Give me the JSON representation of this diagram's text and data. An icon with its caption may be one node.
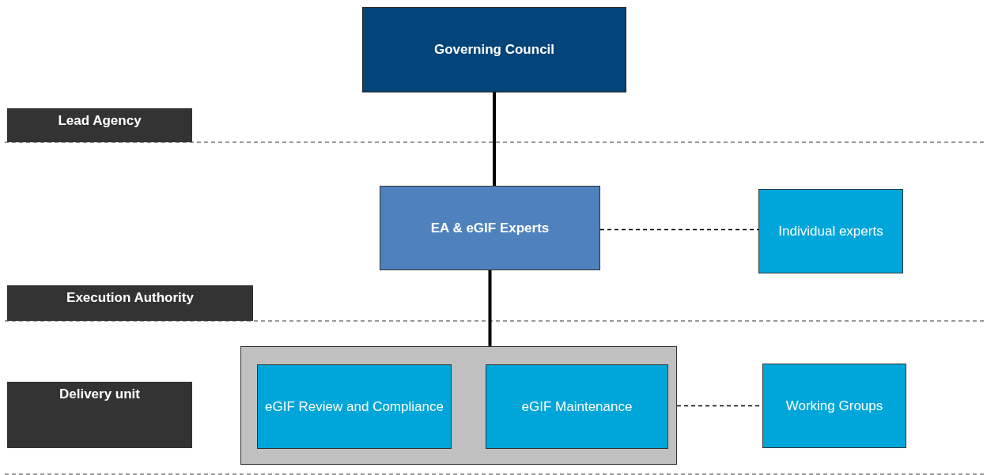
{
  "diagram": {
    "nodes": [
      {
        "text": [
          "Governing Council"
        ]
      },
      {
        "text": [
          "Lead Agency"
        ]
      },
      {
        "text": [
          "EA & eGIF Experts"
        ]
      },
      {
        "text": [
          "Individual experts"
        ]
      },
      {
        "text": [
          "Execution Authority"
        ]
      },
      {
        "text": [],
        "shape": "box"
      },
      {
        "text": [
          "eGIF Review and Compliance"
        ],
        "in": 5
      },
      {
        "text": [
          "eGIF Maintenance"
        ],
        "in": 5
      },
      {
        "text": [
          "Working Groups"
        ]
      },
      {
        "text": [
          "Delivery unit"
        ]
      }
    ],
    "edges": [
      {
        "from": 0,
        "to": 2,
        "arrow": "none",
        "style": "thick"
      },
      {
        "from": 2,
        "to": 5,
        "arrow": "none",
        "style": "thick"
      },
      {
        "from": 2,
        "to": 3,
        "arrow": "none",
        "style": "dashed"
      },
      {
        "from": 5,
        "to": 8,
        "arrow": "none",
        "style": "dashed"
      }
    ]
  }
}
